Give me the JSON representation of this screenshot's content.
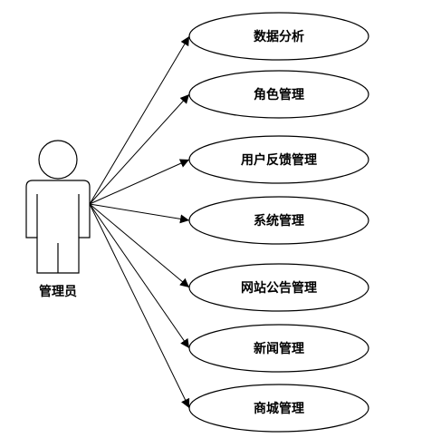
{
  "diagram": {
    "type": "use-case",
    "actor": {
      "label": "管理员"
    },
    "use_cases": [
      {
        "label": "数据分析"
      },
      {
        "label": "角色管理"
      },
      {
        "label": "用户反馈管理"
      },
      {
        "label": "系统管理"
      },
      {
        "label": "网站公告管理"
      },
      {
        "label": "新闻管理"
      },
      {
        "label": "商城管理"
      }
    ],
    "colors": {
      "stroke": "#000000",
      "fill": "#ffffff",
      "text": "#000000"
    }
  }
}
